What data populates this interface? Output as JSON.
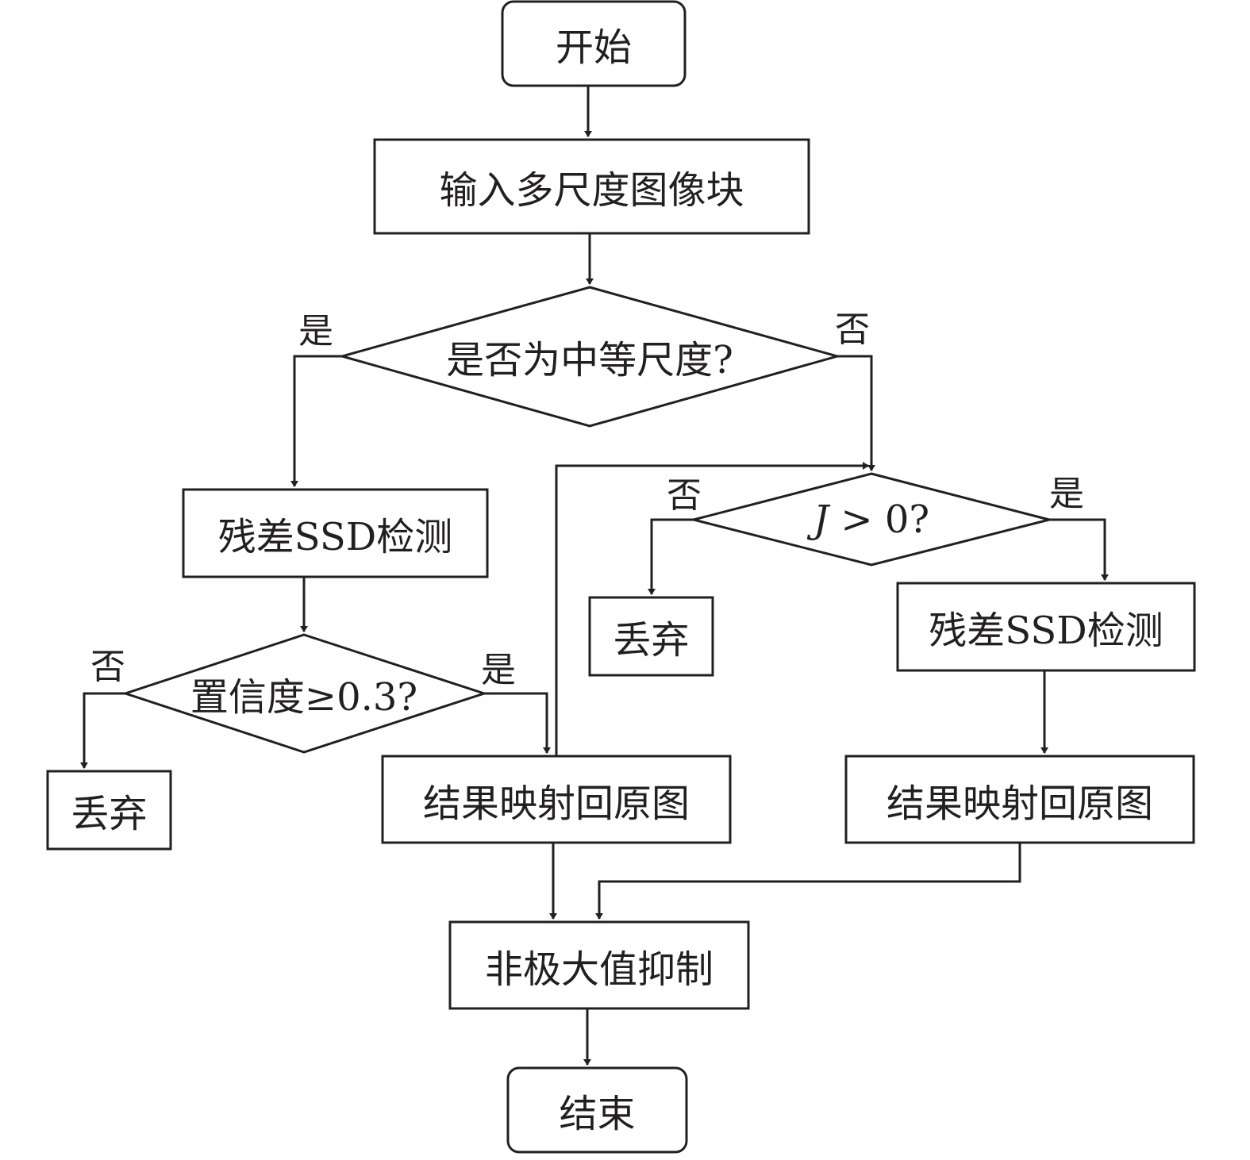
{
  "nodes": {
    "start": "开始",
    "input": "输入多尺度图像块",
    "is_medium": "是否为中等尺度?",
    "ssd_left": "残差SSD检测",
    "confidence": "置信度≥0.3?",
    "discard_left": "丢弃",
    "map_left": "结果映射回原图",
    "j_var": "J",
    "j_rest": " > 0?",
    "discard_right": "丢弃",
    "ssd_right": "残差SSD检测",
    "map_right": "结果映射回原图",
    "nms": "非极大值抑制",
    "end": "结束"
  },
  "edge_labels": {
    "medium_yes": "是",
    "medium_no": "否",
    "j_no": "否",
    "j_yes": "是",
    "conf_no": "否",
    "conf_yes": "是"
  },
  "colors": {
    "stroke": "#231f20",
    "fill": "#ffffff"
  }
}
